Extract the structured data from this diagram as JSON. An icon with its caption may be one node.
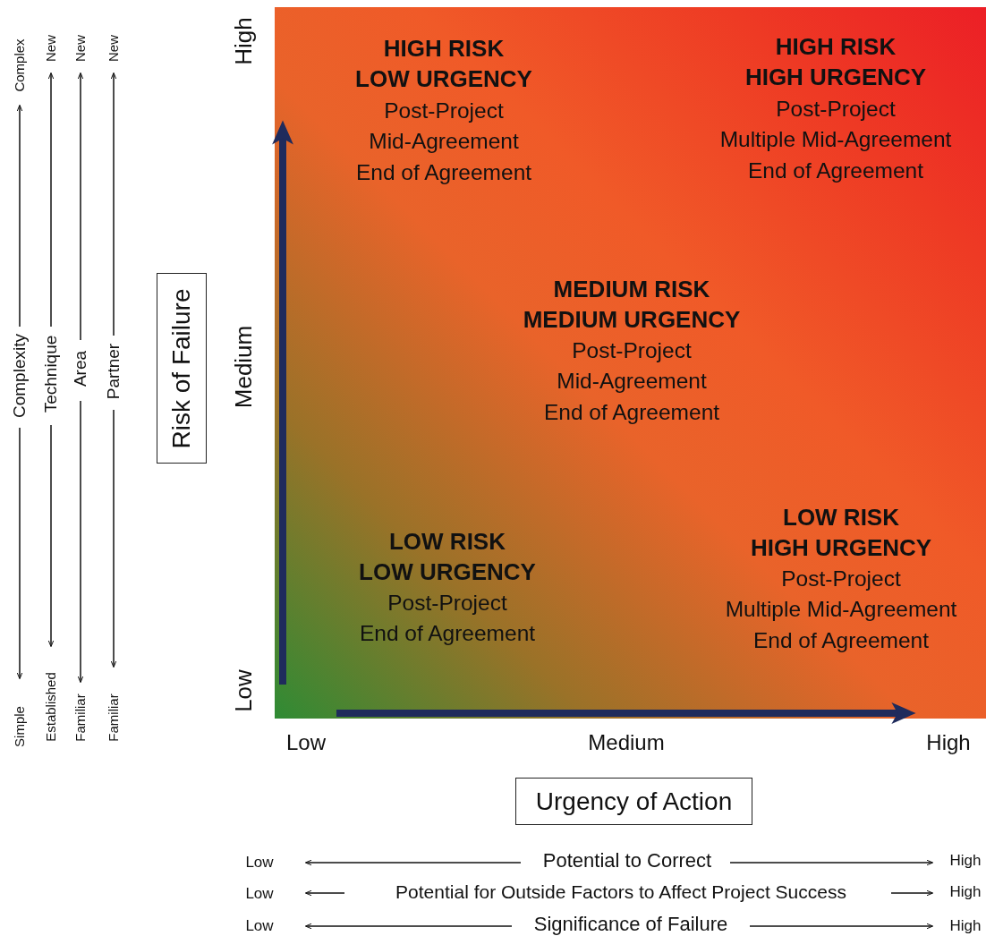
{
  "diagram": {
    "nodes": [
      {
        "text": [
          "HIGH RISK LOW URGENCY",
          "Post-Project Mid-Agreement End of Agreement",
          "HIGH RISK HIGH URGENCY",
          "Post-Project Multiple Mid-Agreement End of Agreement",
          "MEDIUM RISK MEDIUM URGENCY",
          "Post-Project Mid-Agreement End of Agreement",
          "LOW RISK LOW URGENCY",
          "Post-Project End of Agreement",
          "LOW RISK HIGH URGENCY",
          "Post-Project Multiple Mid-Agreement End of Agreement"
        ]
      },
      {
        "text": [
          "Risk of Failure"
        ]
      },
      {
        "text": [
          "Urgency of Action"
        ]
      }
    ],
    "edges": [],
    "labels": [
      "Complex",
      "New",
      "New",
      "New",
      "Complexity",
      "Technique",
      "Area",
      "Partner",
      "Simple",
      "Established",
      "Familiar",
      "Familiar",
      "High",
      "Medium",
      "Low",
      "Low",
      "Medium",
      "High",
      "Low",
      "Potential to Correct",
      "High",
      "Low",
      "Potential for Outside Factors to Affect Project Success",
      "High",
      "Low",
      "Significance of Failure",
      "High"
    ]
  }
}
